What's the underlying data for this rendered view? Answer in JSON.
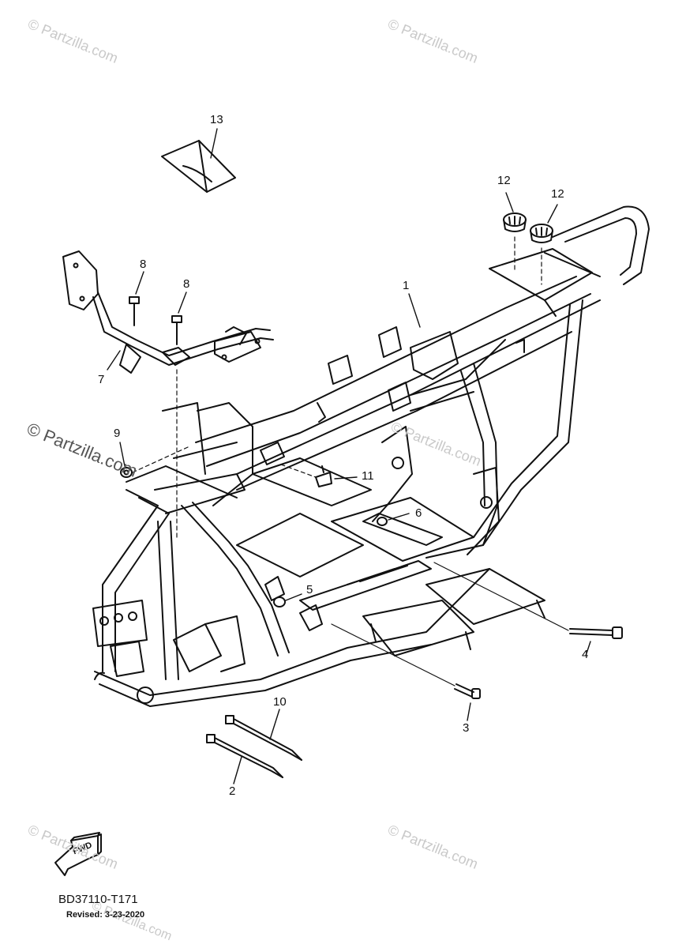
{
  "watermarks": [
    "© Partzilla.com",
    "© Partzilla.com",
    "© Partzilla.com",
    "© Partzilla.com",
    "© Partzilla.com",
    "© Partzilla.com",
    "© Partzilla.com"
  ],
  "callouts": [
    "1",
    "2",
    "3",
    "4",
    "5",
    "6",
    "7",
    "8",
    "8",
    "9",
    "10",
    "11",
    "12",
    "12",
    "13"
  ],
  "fwd_label": "FWD",
  "diagram_code": "BD37110-T171",
  "revised": "Revised: 3-23-2020"
}
